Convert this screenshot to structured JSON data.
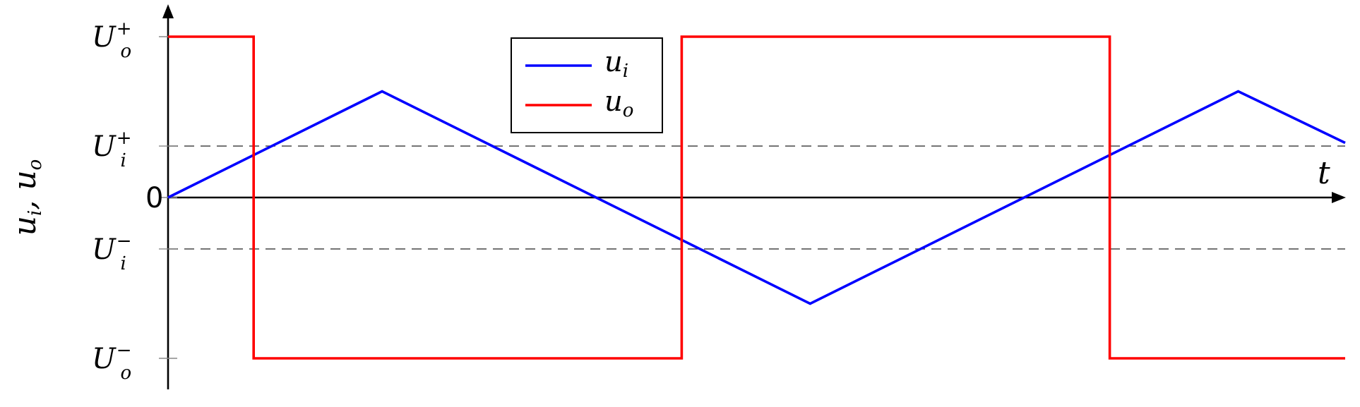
{
  "chart_data": {
    "type": "line",
    "xlabel": "t",
    "ylabel": "u_i, u_o",
    "xlim": [
      0,
      5.5
    ],
    "ylim": [
      -1.2,
      1.2
    ],
    "yticks": [
      {
        "value": 1.0,
        "main": "U",
        "sub": "o",
        "sup": "+"
      },
      {
        "value": 0.32,
        "main": "U",
        "sub": "i",
        "sup": "+"
      },
      {
        "value": 0,
        "main": "0",
        "sub": "",
        "sup": ""
      },
      {
        "value": -0.32,
        "main": "U",
        "sub": "i",
        "sup": "−"
      },
      {
        "value": -1.0,
        "main": "U",
        "sub": "o",
        "sup": "−"
      }
    ],
    "thresholds": [
      0.32,
      -0.32
    ],
    "series": [
      {
        "name": "u_i",
        "color": "#0000ff",
        "x": [
          0,
          1,
          3,
          5,
          5.5
        ],
        "y": [
          0,
          0.66,
          -0.66,
          0.66,
          0.34
        ]
      },
      {
        "name": "u_o",
        "color": "#ff0000",
        "x": [
          0,
          0.4,
          0.4,
          2.4,
          2.4,
          4.4,
          4.4,
          5.5
        ],
        "y": [
          1,
          1,
          -1,
          -1,
          1,
          1,
          -1,
          -1
        ]
      }
    ],
    "legend": {
      "position": "top-center",
      "entries": [
        {
          "main": "u",
          "sub": "i",
          "color": "#0000ff"
        },
        {
          "main": "u",
          "sub": "o",
          "color": "#ff0000"
        }
      ]
    }
  }
}
